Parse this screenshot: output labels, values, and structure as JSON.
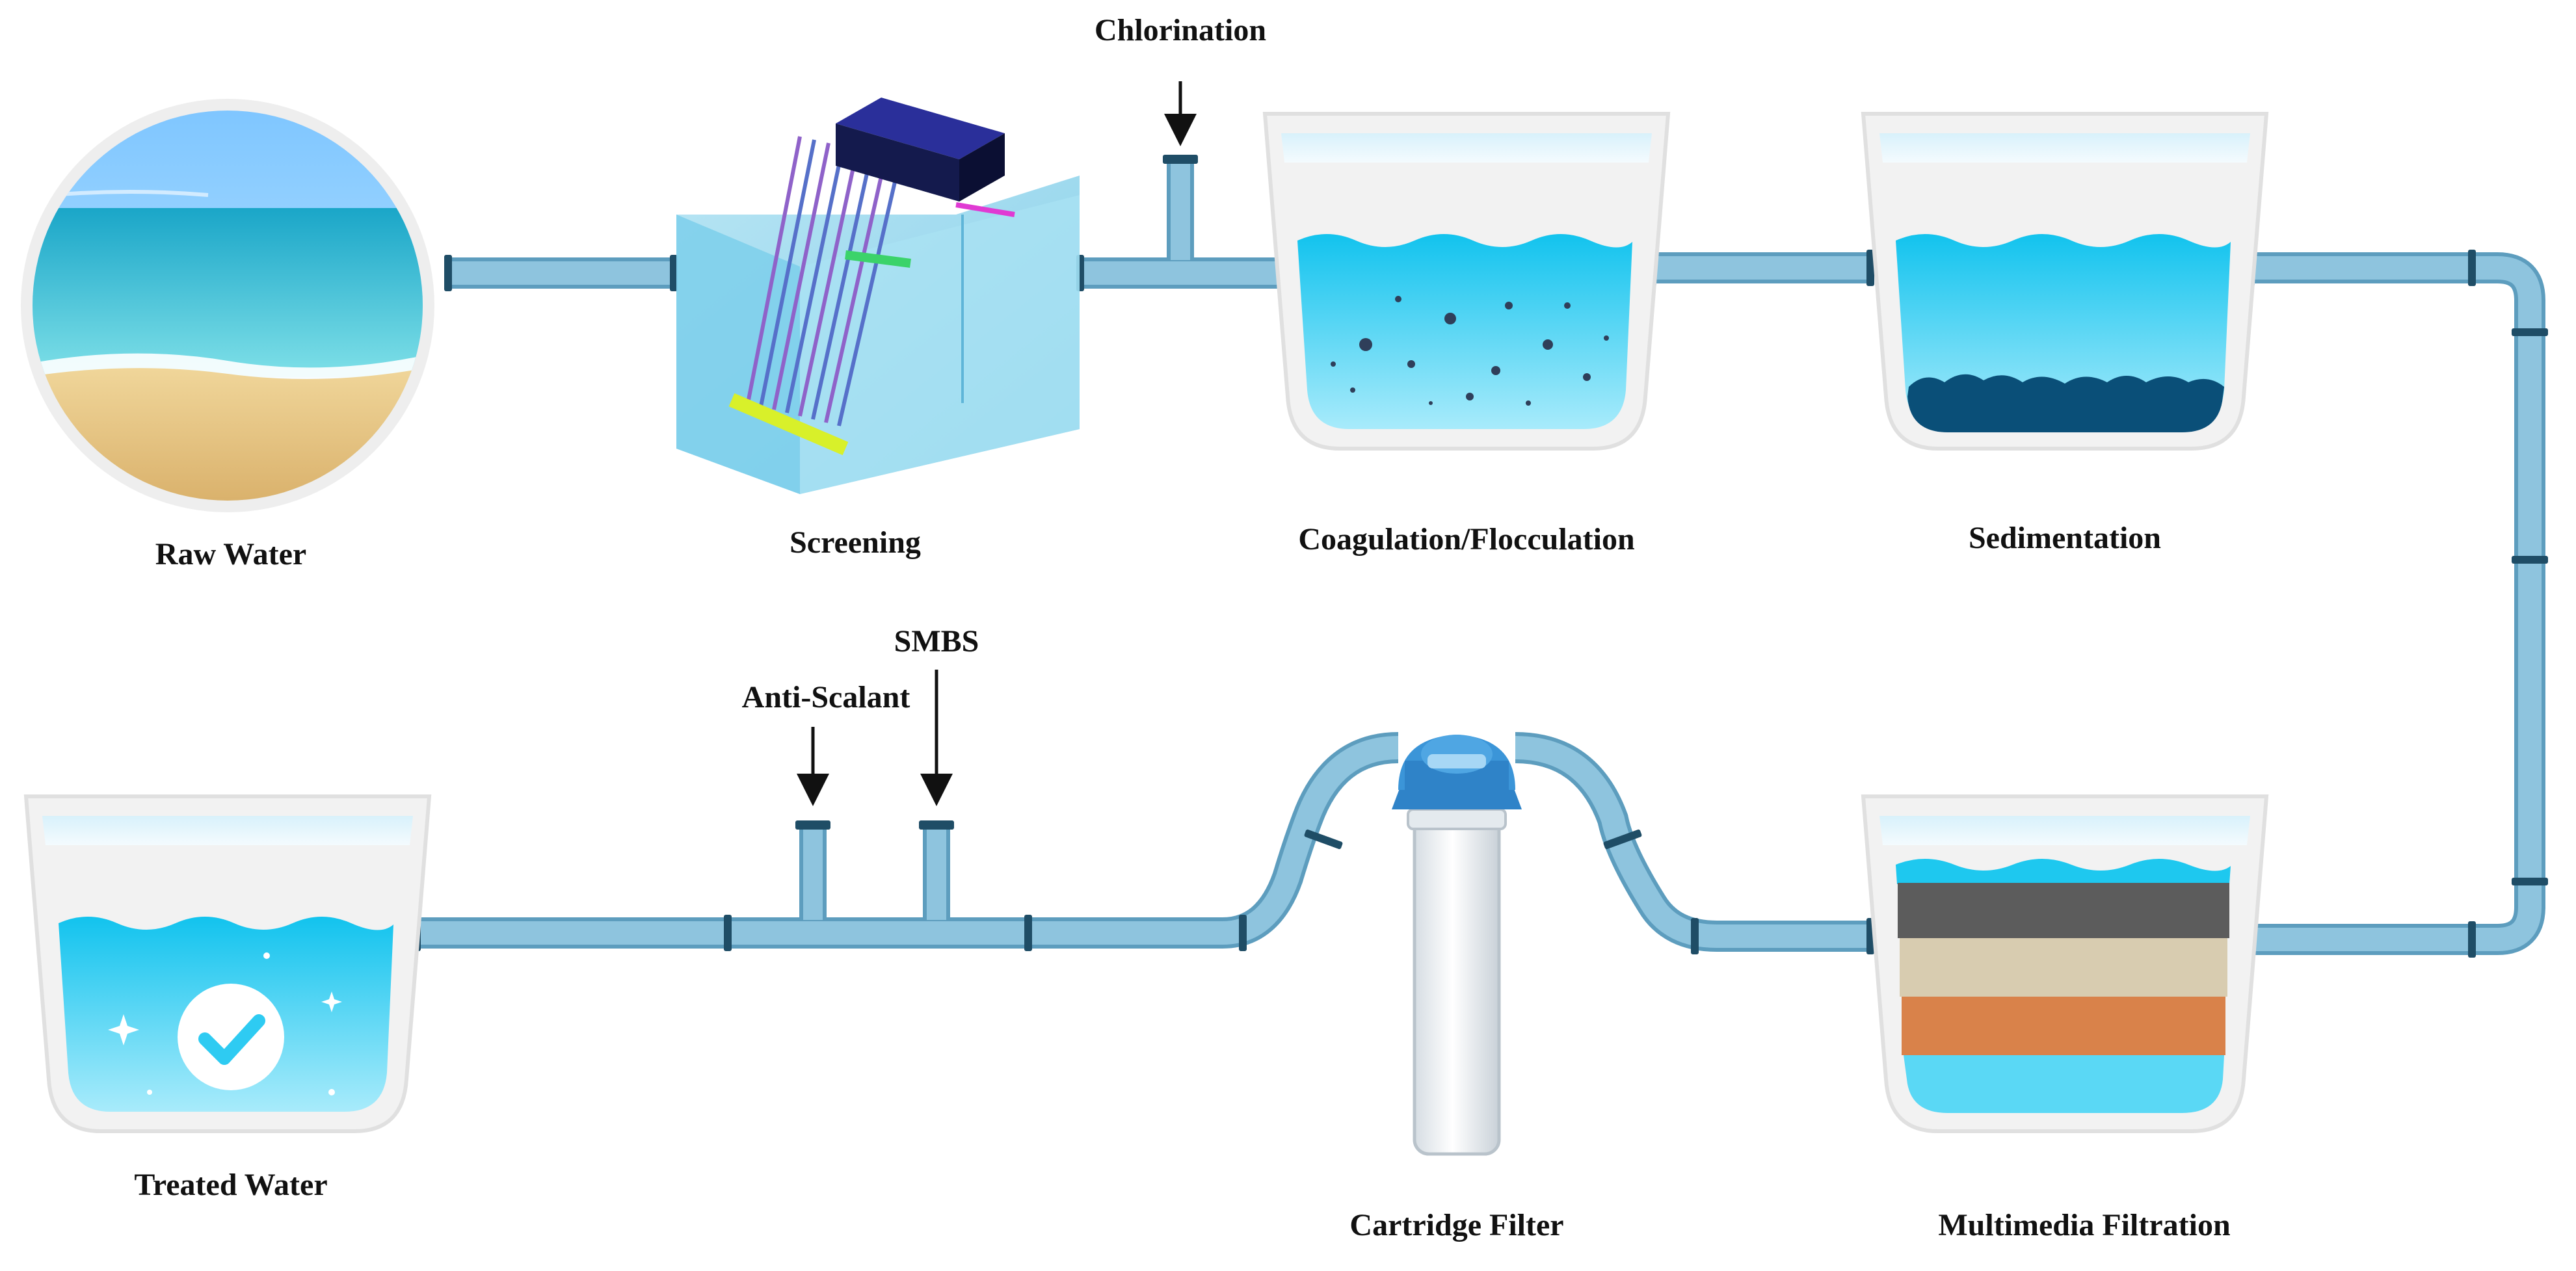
{
  "stages": {
    "raw_water": "Raw Water",
    "screening": "Screening",
    "coagulation": "Coagulation/Flocculation",
    "sedimentation": "Sedimentation",
    "multimedia": "Multimedia Filtration",
    "cartridge": "Cartridge Filter",
    "treated_water": "Treated Water"
  },
  "dosing": {
    "chlorination": "Chlorination",
    "anti_scalant": "Anti-Scalant",
    "smbs": "SMBS"
  },
  "colors": {
    "pipe": "#8ec4de",
    "pipe_edge": "#5d9dbe",
    "joint": "#1f4d66",
    "water": "#1ec8ef",
    "water_light": "#bfe9f7",
    "sludge": "#0a4f78",
    "treated": "#2ecbf2"
  }
}
